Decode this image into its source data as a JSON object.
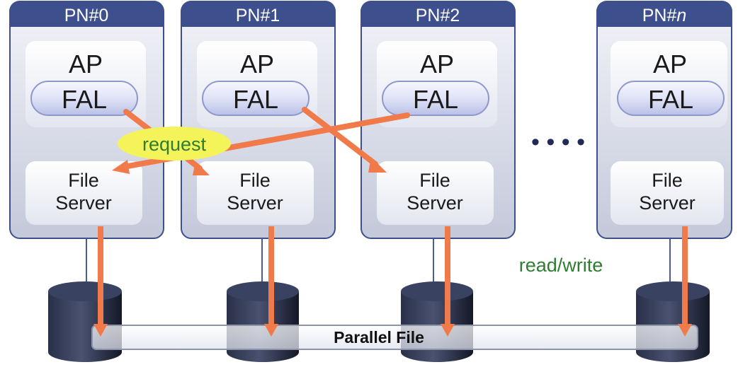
{
  "nodes": [
    {
      "title": "PN#0",
      "ap": "AP",
      "fal": "FAL",
      "fs_line1": "File",
      "fs_line2": "Server"
    },
    {
      "title": "PN#1",
      "ap": "AP",
      "fal": "FAL",
      "fs_line1": "File",
      "fs_line2": "Server"
    },
    {
      "title": "PN#2",
      "ap": "AP",
      "fal": "FAL",
      "fs_line1": "File",
      "fs_line2": "Server"
    },
    {
      "title_prefix": "PN#",
      "title_var": "n",
      "ap": "AP",
      "fal": "FAL",
      "fs_line1": "File",
      "fs_line2": "Server"
    }
  ],
  "labels": {
    "request": "request",
    "read_write": "read/write",
    "parallel_file": "Parallel File",
    "ellipsis": "• • • •"
  },
  "colors": {
    "header": "#3d4f8c",
    "panel_top": "#f4f5fa",
    "panel_bottom": "#c7ccdc",
    "arrow": "#f07a4a",
    "request_bubble": "#f4f45a",
    "label_green": "#2e7d32",
    "disk_dark": "#1d2236"
  }
}
